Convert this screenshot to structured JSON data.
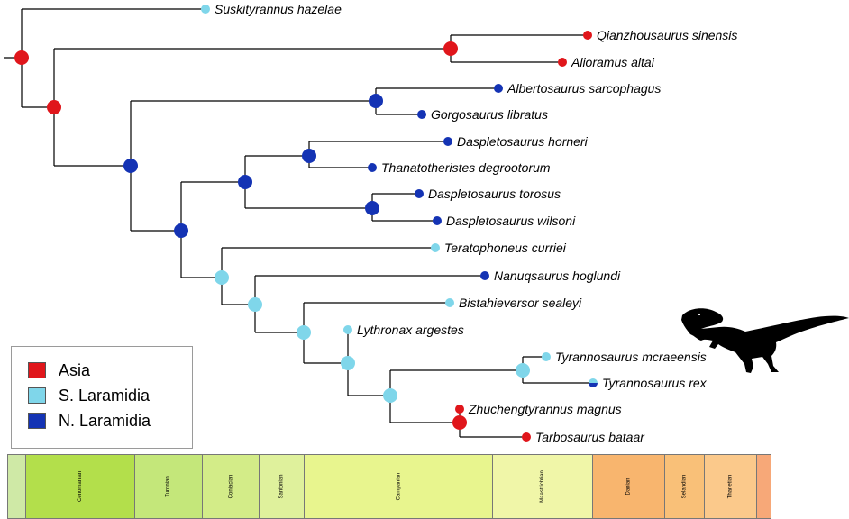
{
  "colors": {
    "asia": "#e0161b",
    "s_laramidia": "#7fd6ea",
    "n_laramidia": "#1433b4"
  },
  "taxa": {
    "suskityrannus": "Suskityrannus hazelae",
    "qianzhousaurus": "Qianzhousaurus sinensis",
    "alioramus": "Alioramus altai",
    "albertosaurus": "Albertosaurus sarcophagus",
    "gorgosaurus": "Gorgosaurus libratus",
    "daspletosaurus_horneri": "Daspletosaurus horneri",
    "thanatotheristes": "Thanatotheristes degrootorum",
    "daspletosaurus_torosus": "Daspletosaurus torosus",
    "daspletosaurus_wilsoni": "Daspletosaurus wilsoni",
    "teratophoneus": "Teratophoneus curriei",
    "nanuqsaurus": "Nanuqsaurus hoglundi",
    "bistahieversor": "Bistahieversor sealeyi",
    "lythronax": "Lythronax argestes",
    "tyrannosaurus_mcraeensis": "Tyrannosaurus mcraeensis",
    "tyrannosaurus_rex": "Tyrannosaurus rex",
    "zhuchengtyrannus": "Zhuchengtyrannus magnus",
    "tarbosaurus": "Tarbosaurus bataar"
  },
  "legend": {
    "asia": "Asia",
    "s_laramidia": "S. Laramidia",
    "n_laramidia": "N. Laramidia"
  },
  "timescale": [
    {
      "label": "",
      "color": "#cfe9a6"
    },
    {
      "label": "Cenomanian",
      "color": "#b3df4b"
    },
    {
      "label": "Turonian",
      "color": "#c4e77a"
    },
    {
      "label": "Coniacian",
      "color": "#d3ec88"
    },
    {
      "label": "Santonian",
      "color": "#dff19c"
    },
    {
      "label": "Campanian",
      "color": "#e8f58e"
    },
    {
      "label": "Maastrichtian",
      "color": "#f0f6a8"
    },
    {
      "label": "Danian",
      "color": "#f8b56e"
    },
    {
      "label": "Selandian",
      "color": "#f9c078"
    },
    {
      "label": "Thanetian",
      "color": "#fbc98b"
    },
    {
      "label": "",
      "color": "#f7a878"
    }
  ]
}
